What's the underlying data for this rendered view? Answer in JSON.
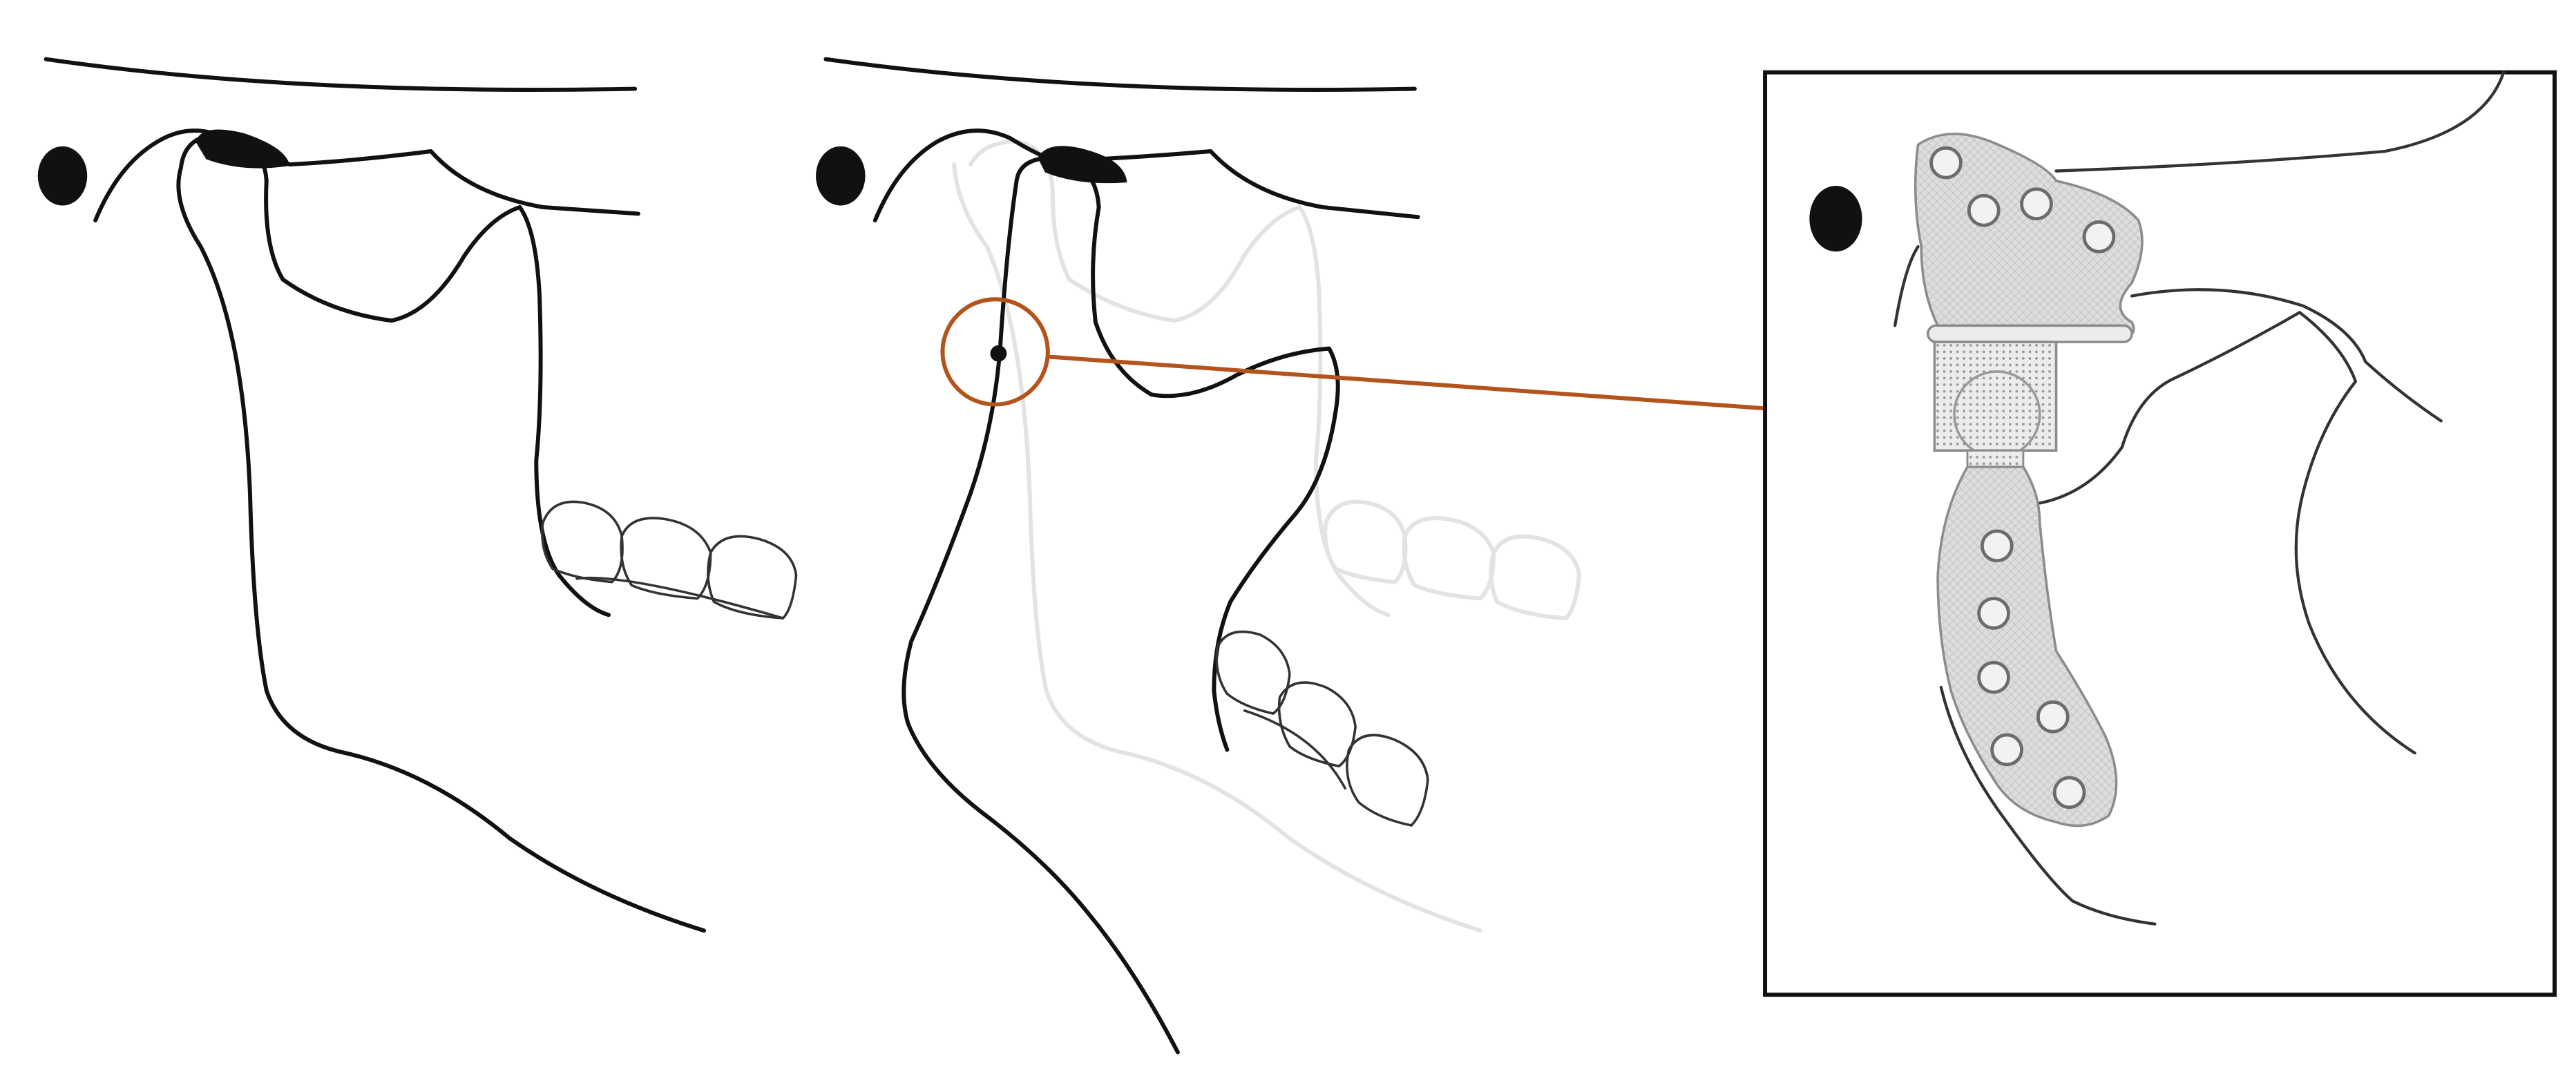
{
  "figure": {
    "panels": [
      {
        "id": "panel-1",
        "content": "mandible-closed-position"
      },
      {
        "id": "panel-2",
        "content": "mandible-open-with-ghost-overlay"
      },
      {
        "id": "panel-3",
        "content": "tmj-prosthesis-inset"
      }
    ],
    "colors": {
      "ink": "#111111",
      "ghost": "#e3e3e3",
      "accent": "#b4541c",
      "implant_fill": "#dcdcdc",
      "implant_stroke": "#8c8c8c",
      "frame": "#111111"
    },
    "icons": [
      "ear-landmark-icon",
      "pivot-point-icon",
      "screw-hole-icon",
      "arrow-icon"
    ]
  }
}
